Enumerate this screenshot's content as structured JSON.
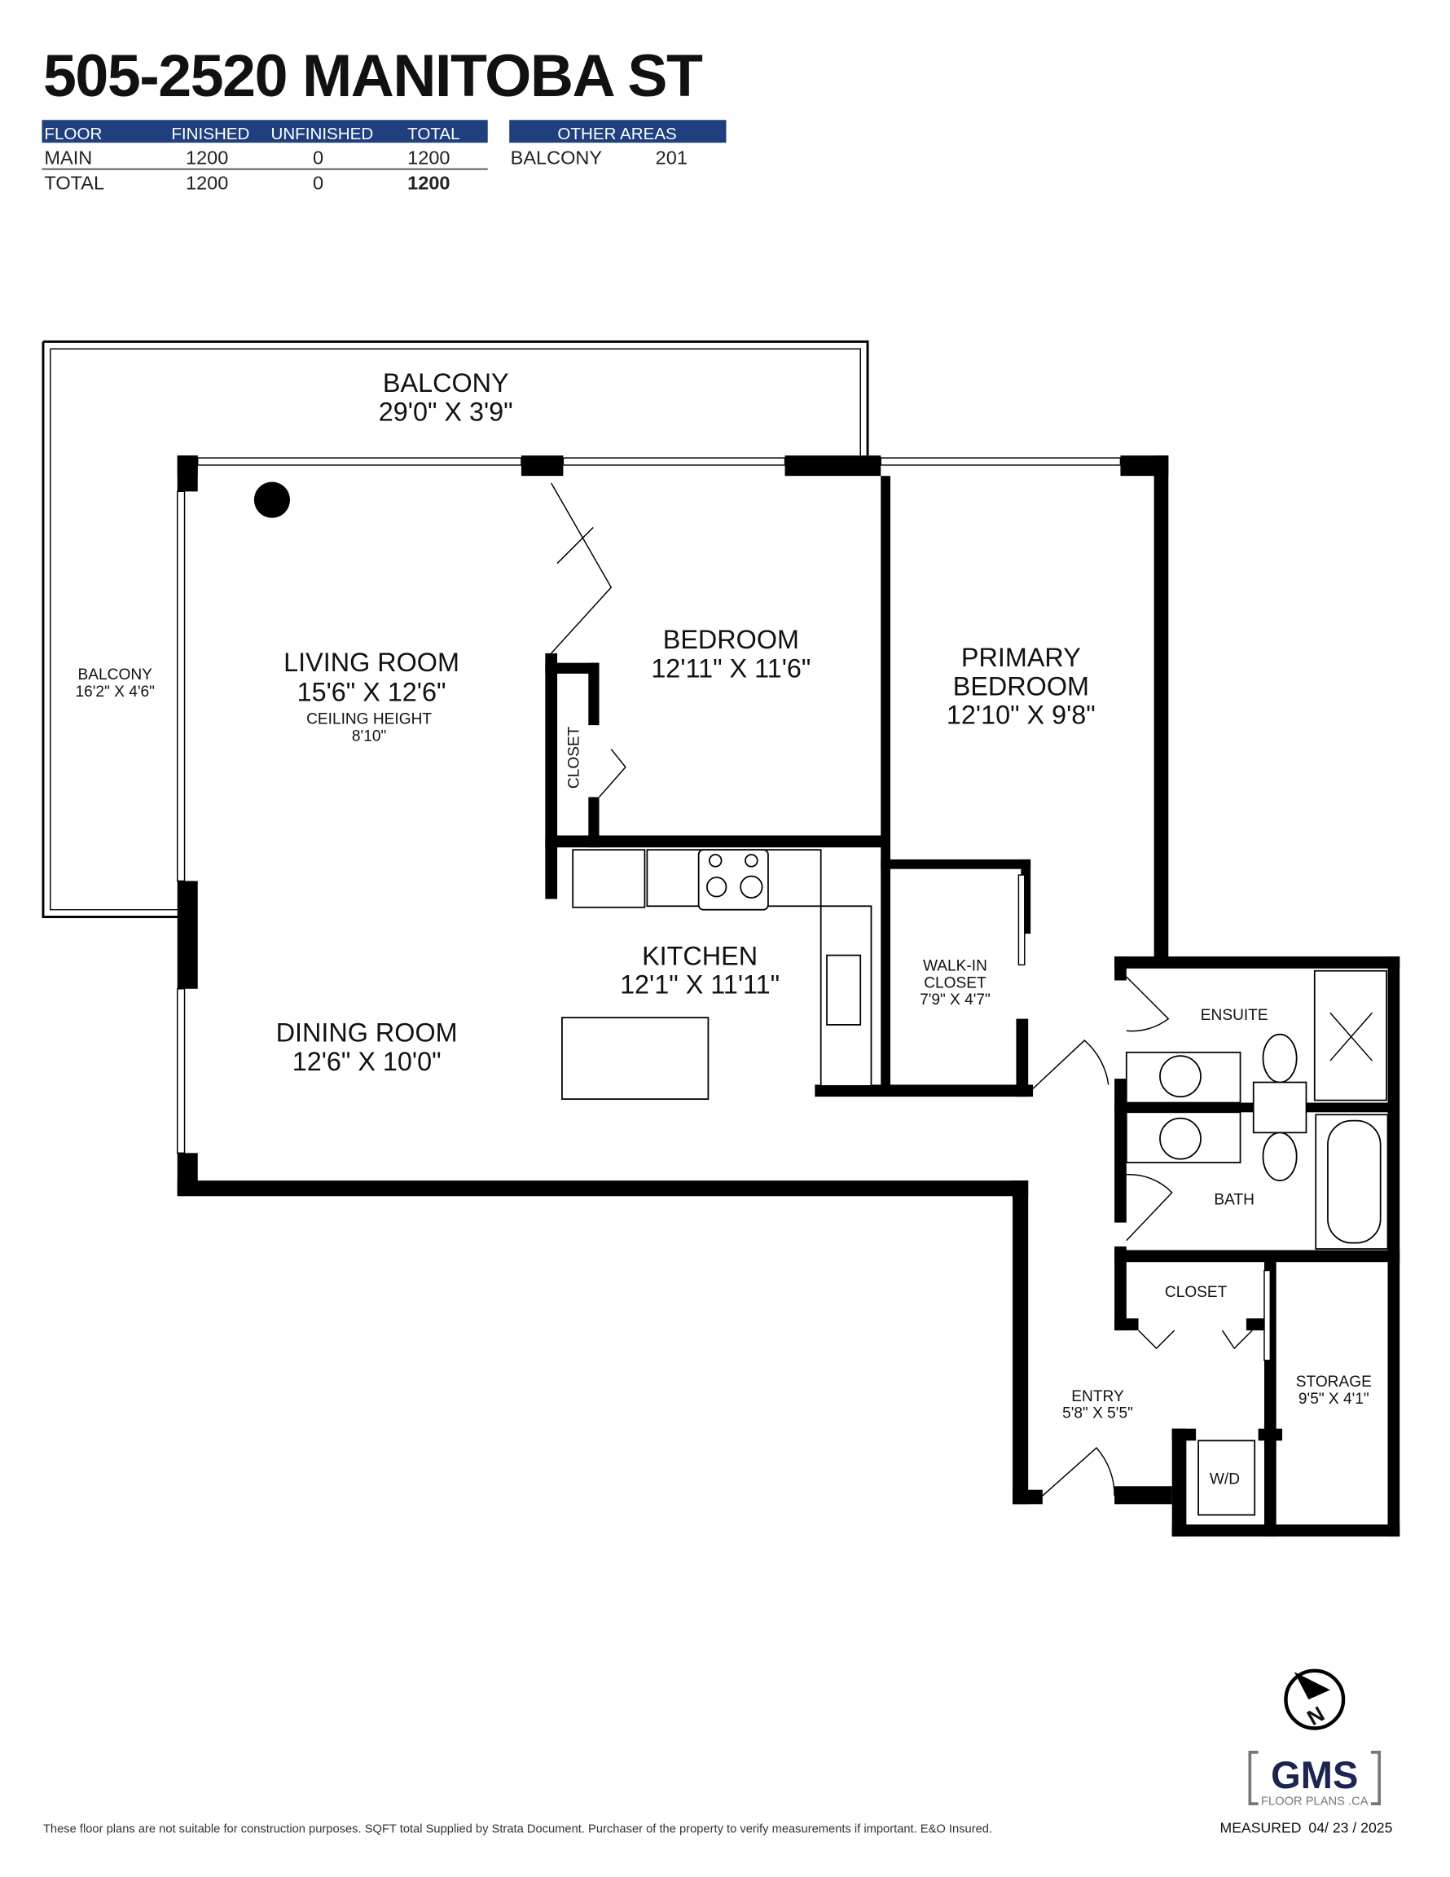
{
  "title": "505-2520 MANITOBA ST",
  "floor_table": {
    "headers": [
      "FLOOR",
      "FINISHED",
      "UNFINISHED",
      "TOTAL"
    ],
    "rows": [
      [
        "MAIN",
        "1200",
        "0",
        "1200"
      ],
      [
        "TOTAL",
        "1200",
        "0",
        "1200"
      ]
    ]
  },
  "other_areas": {
    "header": "OTHER AREAS",
    "rows": [
      [
        "BALCONY",
        "201"
      ]
    ]
  },
  "rooms": {
    "balcony_top": {
      "name": "BALCONY",
      "dims": "29'0\" X 3'9\""
    },
    "balcony_left": {
      "name": "BALCONY",
      "dims": "16'2\" X 4'6\""
    },
    "living": {
      "name": "LIVING ROOM",
      "dims": "15'6\" X 12'6\"",
      "note": "CEILING HEIGHT",
      "note_value": "8'10\""
    },
    "bedroom": {
      "name": "BEDROOM",
      "dims": "12'11\" X 11'6\""
    },
    "primary": {
      "name1": "PRIMARY",
      "name2": "BEDROOM",
      "dims": "12'10\" X 9'8\""
    },
    "closet_vertical": "CLOSET",
    "kitchen": {
      "name": "KITCHEN",
      "dims": "12'1\" X 11'11\""
    },
    "walkin": {
      "name1": "WALK-IN",
      "name2": "CLOSET",
      "dims": "7'9\" X 4'7\""
    },
    "dining": {
      "name": "DINING ROOM",
      "dims": "12'6\" X 10'0\""
    },
    "ensuite": "ENSUITE",
    "bath": "BATH",
    "closet": "CLOSET",
    "entry": {
      "name": "ENTRY",
      "dims": "5'8\" X 5'5\""
    },
    "storage": {
      "name": "STORAGE",
      "dims": "9'5\" X 4'1\""
    },
    "wd": "W/D"
  },
  "logo": {
    "brand": "GMS",
    "sub": "FLOOR PLANS .CA",
    "compass_letter": "N"
  },
  "measured": {
    "label": "MEASURED",
    "date": "04/  23 / 2025"
  },
  "disclaimer": "These floor plans are not suitable for construction purposes. SQFT total Supplied by Strata Document. Purchaser of the property to verify measurements if important.  E&O Insured.",
  "colors": {
    "header_blue": "#1f3f7f",
    "logo_navy": "#1c2550",
    "logo_gray": "#777777"
  }
}
